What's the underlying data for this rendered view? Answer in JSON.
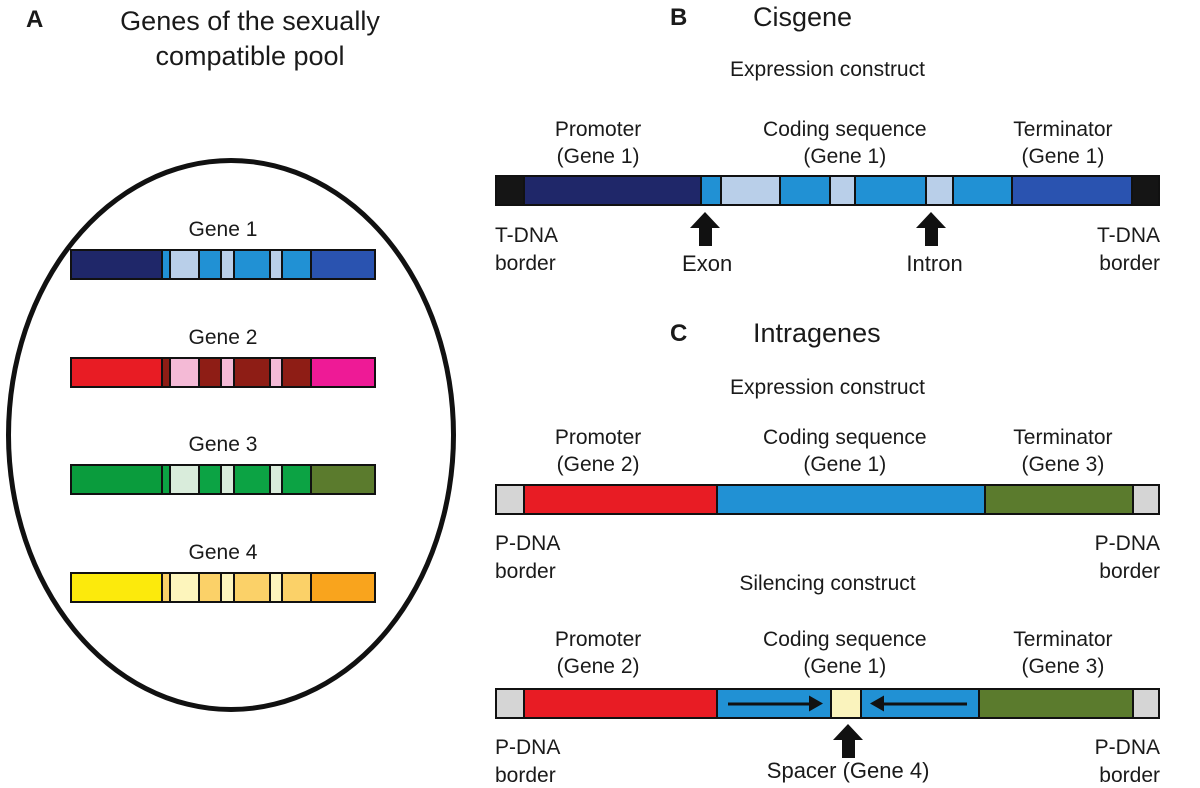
{
  "panel_a": {
    "letter": "A",
    "title_line1": "Genes of the sexually",
    "title_line2": "compatible pool",
    "genes": [
      {
        "name": "Gene 1",
        "segments": [
          {
            "role": "promoter",
            "color": "#1f2769",
            "w": 29.5
          },
          {
            "role": "exon",
            "color": "#2191d4",
            "w": 2.6
          },
          {
            "role": "intron",
            "color": "#b9cfe9",
            "w": 9.5
          },
          {
            "role": "exon",
            "color": "#2191d4",
            "w": 7.5
          },
          {
            "role": "intron",
            "color": "#b9cfe9",
            "w": 4.2
          },
          {
            "role": "exon",
            "color": "#2191d4",
            "w": 12
          },
          {
            "role": "intron",
            "color": "#b9cfe9",
            "w": 4
          },
          {
            "role": "exon",
            "color": "#2191d4",
            "w": 9.6
          },
          {
            "role": "terminator",
            "color": "#2a53b0",
            "w": 21.1
          }
        ]
      },
      {
        "name": "Gene 2",
        "segments": [
          {
            "role": "promoter",
            "color": "#e81c24",
            "w": 29.5
          },
          {
            "role": "exon",
            "color": "#8e1d15",
            "w": 2.6
          },
          {
            "role": "intron",
            "color": "#f4bad6",
            "w": 9.5
          },
          {
            "role": "exon",
            "color": "#8e1d15",
            "w": 7.5
          },
          {
            "role": "intron",
            "color": "#f4bad6",
            "w": 4.2
          },
          {
            "role": "exon",
            "color": "#8e1d15",
            "w": 12
          },
          {
            "role": "intron",
            "color": "#f4bad6",
            "w": 4
          },
          {
            "role": "exon",
            "color": "#8e1d15",
            "w": 9.6
          },
          {
            "role": "terminator",
            "color": "#ee1a96",
            "w": 21.1
          }
        ]
      },
      {
        "name": "Gene 3",
        "segments": [
          {
            "role": "promoter",
            "color": "#0a9c3d",
            "w": 29.5
          },
          {
            "role": "exon",
            "color": "#0ca344",
            "w": 2.6
          },
          {
            "role": "intron",
            "color": "#d9ecdb",
            "w": 9.5
          },
          {
            "role": "exon",
            "color": "#0ca344",
            "w": 7.5
          },
          {
            "role": "intron",
            "color": "#d9ecdb",
            "w": 4.2
          },
          {
            "role": "exon",
            "color": "#0ca344",
            "w": 12
          },
          {
            "role": "intron",
            "color": "#d9ecdb",
            "w": 4
          },
          {
            "role": "exon",
            "color": "#0ca344",
            "w": 9.6
          },
          {
            "role": "terminator",
            "color": "#5b7b2d",
            "w": 21.1
          }
        ]
      },
      {
        "name": "Gene 4",
        "segments": [
          {
            "role": "promoter",
            "color": "#fcea0c",
            "w": 29.5
          },
          {
            "role": "exon",
            "color": "#fbd168",
            "w": 2.6
          },
          {
            "role": "intron",
            "color": "#fdf5bc",
            "w": 9.5
          },
          {
            "role": "exon",
            "color": "#fbd168",
            "w": 7.5
          },
          {
            "role": "intron",
            "color": "#fdf5bc",
            "w": 4.2
          },
          {
            "role": "exon",
            "color": "#fbd168",
            "w": 12
          },
          {
            "role": "intron",
            "color": "#fdf5bc",
            "w": 4
          },
          {
            "role": "exon",
            "color": "#fbd168",
            "w": 9.6
          },
          {
            "role": "terminator",
            "color": "#f9a41d",
            "w": 21.1
          }
        ]
      }
    ]
  },
  "panel_b": {
    "letter": "B",
    "title": "Cisgene",
    "subtitle": "Expression construct",
    "part_labels": [
      {
        "name": "Promoter",
        "gene": "(Gene 1)"
      },
      {
        "name": "Coding sequence",
        "gene": "(Gene 1)"
      },
      {
        "name": "Terminator",
        "gene": "(Gene 1)"
      }
    ],
    "segments": [
      {
        "role": "t-dna-border",
        "color": "#151515",
        "w": 3.9
      },
      {
        "role": "promoter",
        "color": "#1f2769",
        "w": 26.8
      },
      {
        "role": "exon",
        "color": "#2191d4",
        "w": 3.0
      },
      {
        "role": "intron",
        "color": "#b9cfe9",
        "w": 9.0
      },
      {
        "role": "exon",
        "color": "#2191d4",
        "w": 7.5
      },
      {
        "role": "intron",
        "color": "#b9cfe9",
        "w": 3.8
      },
      {
        "role": "exon",
        "color": "#2191d4",
        "w": 10.8
      },
      {
        "role": "intron",
        "color": "#b9cfe9",
        "w": 4.0
      },
      {
        "role": "exon",
        "color": "#2191d4",
        "w": 9.0
      },
      {
        "role": "terminator",
        "color": "#2a53b0",
        "w": 18.2
      },
      {
        "role": "t-dna-border",
        "color": "#151515",
        "w": 4.0
      }
    ],
    "border_line1": "T-DNA",
    "border_line2": "border",
    "annotations": [
      {
        "label": "Exon"
      },
      {
        "label": "Intron"
      }
    ]
  },
  "panel_c": {
    "letter": "C",
    "title": "Intragenes",
    "border_line1": "P-DNA",
    "border_line2": "border",
    "expression": {
      "subtitle": "Expression construct",
      "part_labels": [
        {
          "name": "Promoter",
          "gene": "(Gene 2)"
        },
        {
          "name": "Coding sequence",
          "gene": "(Gene 1)"
        },
        {
          "name": "Terminator",
          "gene": "(Gene 3)"
        }
      ],
      "segments": [
        {
          "role": "p-dna-border",
          "color": "#d5d5d5",
          "w": 3.9
        },
        {
          "role": "promoter",
          "color": "#e81c24",
          "w": 29.2
        },
        {
          "role": "coding-sequence",
          "color": "#2191d4",
          "w": 40.6
        },
        {
          "role": "terminator",
          "color": "#5b7b2d",
          "w": 22.4
        },
        {
          "role": "p-dna-border",
          "color": "#d5d5d5",
          "w": 3.9
        }
      ]
    },
    "silencing": {
      "subtitle": "Silencing construct",
      "part_labels": [
        {
          "name": "Promoter",
          "gene": "(Gene 2)"
        },
        {
          "name": "Coding sequence",
          "gene": "(Gene 1)"
        },
        {
          "name": "Terminator",
          "gene": "(Gene 3)"
        }
      ],
      "segments": [
        {
          "role": "p-dna-border",
          "color": "#d5d5d5",
          "w": 3.9
        },
        {
          "role": "promoter",
          "color": "#e81c24",
          "w": 29.2
        },
        {
          "role": "sense-arm",
          "color": "#2191d4",
          "w": 17.3,
          "arrow": "right"
        },
        {
          "role": "spacer",
          "color": "#faf3bd",
          "w": 4.5
        },
        {
          "role": "antisense-arm",
          "color": "#2191d4",
          "w": 17.8,
          "arrow": "left"
        },
        {
          "role": "terminator",
          "color": "#5b7b2d",
          "w": 23.4
        },
        {
          "role": "p-dna-border",
          "color": "#d5d5d5",
          "w": 3.9
        }
      ],
      "spacer_label": "Spacer (Gene 4)"
    }
  }
}
